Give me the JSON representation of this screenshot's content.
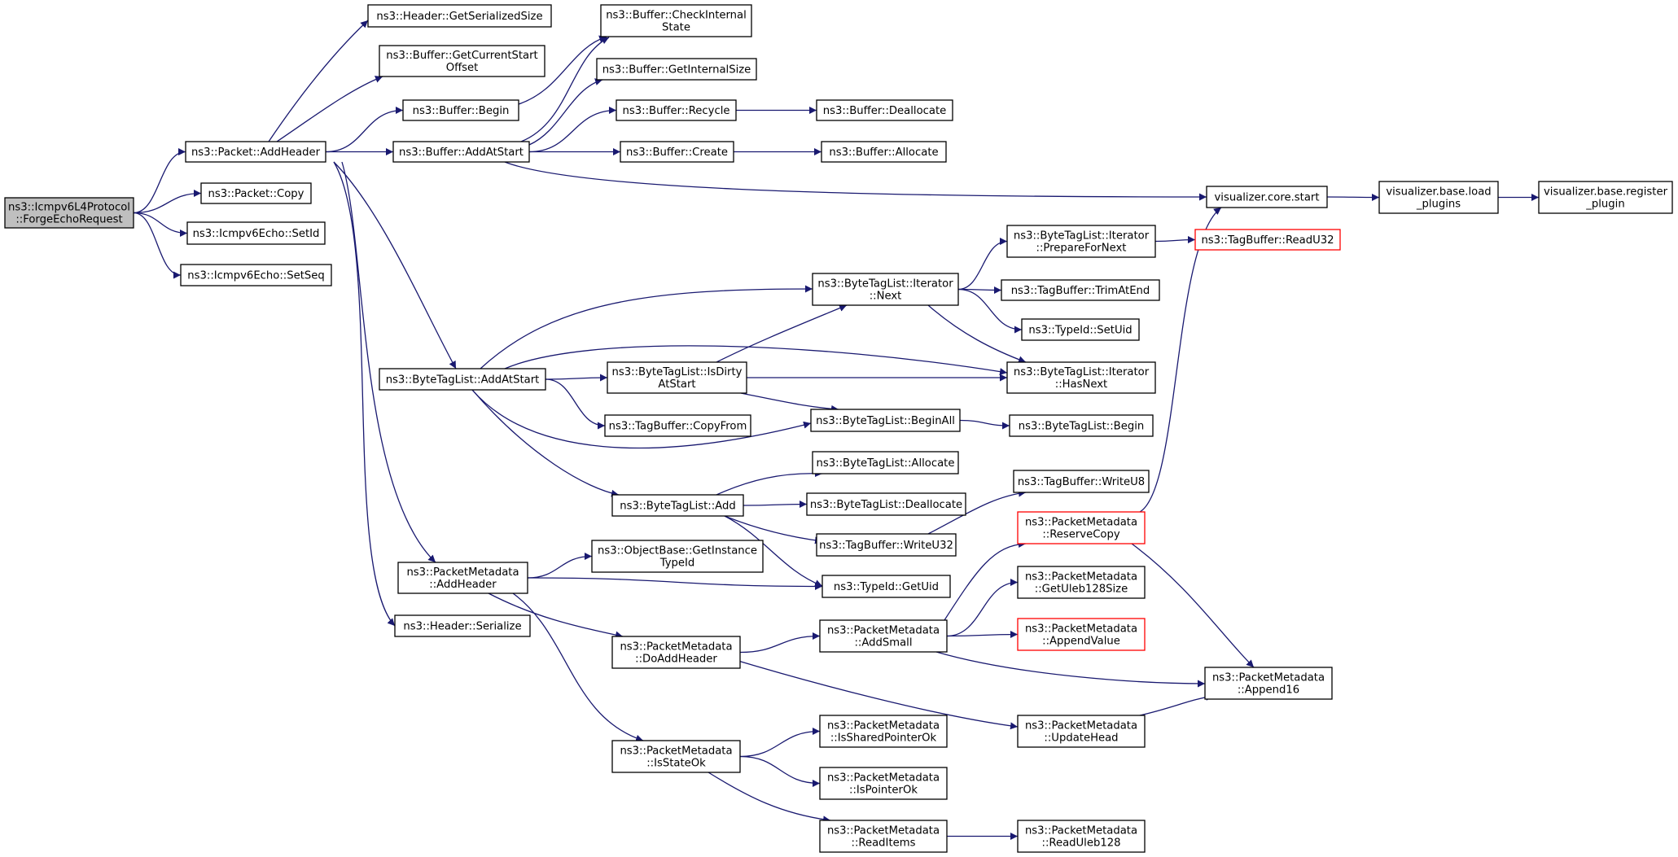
{
  "diagram": {
    "nodes": [
      {
        "id": "root",
        "lines": [
          "ns3::Icmpv6L4Protocol",
          "::ForgeEchoRequest"
        ],
        "style": "root"
      },
      {
        "id": "addheader",
        "lines": [
          "ns3::Packet::AddHeader"
        ]
      },
      {
        "id": "copy",
        "lines": [
          "ns3::Packet::Copy"
        ]
      },
      {
        "id": "setid",
        "lines": [
          "ns3::Icmpv6Echo::SetId"
        ]
      },
      {
        "id": "setseq",
        "lines": [
          "ns3::Icmpv6Echo::SetSeq"
        ]
      },
      {
        "id": "getsersize",
        "lines": [
          "ns3::Header::GetSerializedSize"
        ]
      },
      {
        "id": "getcurstart",
        "lines": [
          "ns3::Buffer::GetCurrentStart",
          "Offset"
        ]
      },
      {
        "id": "bufbegin",
        "lines": [
          "ns3::Buffer::Begin"
        ]
      },
      {
        "id": "bufaddatstart",
        "lines": [
          "ns3::Buffer::AddAtStart"
        ]
      },
      {
        "id": "checkinternal",
        "lines": [
          "ns3::Buffer::CheckInternal",
          "State"
        ]
      },
      {
        "id": "getinternalsize",
        "lines": [
          "ns3::Buffer::GetInternalSize"
        ]
      },
      {
        "id": "recycle",
        "lines": [
          "ns3::Buffer::Recycle"
        ]
      },
      {
        "id": "create",
        "lines": [
          "ns3::Buffer::Create"
        ]
      },
      {
        "id": "deallocate",
        "lines": [
          "ns3::Buffer::Deallocate"
        ]
      },
      {
        "id": "allocate",
        "lines": [
          "ns3::Buffer::Allocate"
        ]
      },
      {
        "id": "vizstart",
        "lines": [
          "visualizer.core.start"
        ]
      },
      {
        "id": "vizload",
        "lines": [
          "visualizer.base.load",
          "_plugins"
        ]
      },
      {
        "id": "vizregister",
        "lines": [
          "visualizer.base.register",
          "_plugin"
        ]
      },
      {
        "id": "btladdatstart",
        "lines": [
          "ns3::ByteTagList::AddAtStart"
        ]
      },
      {
        "id": "itnext",
        "lines": [
          "ns3::ByteTagList::Iterator",
          "::Next"
        ]
      },
      {
        "id": "itprepare",
        "lines": [
          "ns3::ByteTagList::Iterator",
          "::PrepareForNext"
        ]
      },
      {
        "id": "readu32",
        "lines": [
          "ns3::TagBuffer::ReadU32"
        ],
        "style": "red"
      },
      {
        "id": "trimatend",
        "lines": [
          "ns3::TagBuffer::TrimAtEnd"
        ]
      },
      {
        "id": "setuid",
        "lines": [
          "ns3::TypeId::SetUid"
        ]
      },
      {
        "id": "isdirty",
        "lines": [
          "ns3::ByteTagList::IsDirty",
          "AtStart"
        ]
      },
      {
        "id": "hasnext",
        "lines": [
          "ns3::ByteTagList::Iterator",
          "::HasNext"
        ]
      },
      {
        "id": "copyfrom",
        "lines": [
          "ns3::TagBuffer::CopyFrom"
        ]
      },
      {
        "id": "beginall",
        "lines": [
          "ns3::ByteTagList::BeginAll"
        ]
      },
      {
        "id": "btlbegin",
        "lines": [
          "ns3::ByteTagList::Begin"
        ]
      },
      {
        "id": "btlallocate",
        "lines": [
          "ns3::ByteTagList::Allocate"
        ]
      },
      {
        "id": "btladd",
        "lines": [
          "ns3::ByteTagList::Add"
        ]
      },
      {
        "id": "btldeallocate",
        "lines": [
          "ns3::ByteTagList::Deallocate"
        ]
      },
      {
        "id": "writeu8",
        "lines": [
          "ns3::TagBuffer::WriteU8"
        ]
      },
      {
        "id": "writeu32",
        "lines": [
          "ns3::TagBuffer::WriteU32"
        ]
      },
      {
        "id": "getinstancetypeid",
        "lines": [
          "ns3::ObjectBase::GetInstance",
          "TypeId"
        ]
      },
      {
        "id": "getuid",
        "lines": [
          "ns3::TypeId::GetUid"
        ]
      },
      {
        "id": "pmaddheader",
        "lines": [
          "ns3::PacketMetadata",
          "::AddHeader"
        ]
      },
      {
        "id": "hdrserialize",
        "lines": [
          "ns3::Header::Serialize"
        ]
      },
      {
        "id": "reservecopy",
        "lines": [
          "ns3::PacketMetadata",
          "::ReserveCopy"
        ],
        "style": "red"
      },
      {
        "id": "getuleb",
        "lines": [
          "ns3::PacketMetadata",
          "::GetUleb128Size"
        ]
      },
      {
        "id": "addsmall",
        "lines": [
          "ns3::PacketMetadata",
          "::AddSmall"
        ]
      },
      {
        "id": "appendvalue",
        "lines": [
          "ns3::PacketMetadata",
          "::AppendValue"
        ],
        "style": "red"
      },
      {
        "id": "doaddheader",
        "lines": [
          "ns3::PacketMetadata",
          "::DoAddHeader"
        ]
      },
      {
        "id": "append16",
        "lines": [
          "ns3::PacketMetadata",
          "::Append16"
        ]
      },
      {
        "id": "updatehead",
        "lines": [
          "ns3::PacketMetadata",
          "::UpdateHead"
        ]
      },
      {
        "id": "issharedptr",
        "lines": [
          "ns3::PacketMetadata",
          "::IsSharedPointerOk"
        ]
      },
      {
        "id": "isstateok",
        "lines": [
          "ns3::PacketMetadata",
          "::IsStateOk"
        ]
      },
      {
        "id": "ispointerok",
        "lines": [
          "ns3::PacketMetadata",
          "::IsPointerOk"
        ]
      },
      {
        "id": "readitems",
        "lines": [
          "ns3::PacketMetadata",
          "::ReadItems"
        ]
      },
      {
        "id": "readuleb",
        "lines": [
          "ns3::PacketMetadata",
          "::ReadUleb128"
        ]
      }
    ],
    "edges": [
      [
        "root",
        "addheader"
      ],
      [
        "root",
        "copy"
      ],
      [
        "root",
        "setid"
      ],
      [
        "root",
        "setseq"
      ],
      [
        "addheader",
        "getsersize"
      ],
      [
        "addheader",
        "getcurstart"
      ],
      [
        "addheader",
        "bufbegin"
      ],
      [
        "addheader",
        "bufaddatstart"
      ],
      [
        "addheader",
        "btladdatstart"
      ],
      [
        "addheader",
        "pmaddheader"
      ],
      [
        "addheader",
        "hdrserialize"
      ],
      [
        "bufbegin",
        "checkinternal"
      ],
      [
        "bufaddatstart",
        "checkinternal"
      ],
      [
        "bufaddatstart",
        "getinternalsize"
      ],
      [
        "bufaddatstart",
        "recycle"
      ],
      [
        "bufaddatstart",
        "create"
      ],
      [
        "bufaddatstart",
        "vizstart"
      ],
      [
        "recycle",
        "deallocate"
      ],
      [
        "create",
        "allocate"
      ],
      [
        "vizstart",
        "vizload"
      ],
      [
        "vizload",
        "vizregister"
      ],
      [
        "btladdatstart",
        "itnext"
      ],
      [
        "btladdatstart",
        "hasnext"
      ],
      [
        "btladdatstart",
        "isdirty"
      ],
      [
        "btladdatstart",
        "copyfrom"
      ],
      [
        "btladdatstart",
        "beginall"
      ],
      [
        "btladdatstart",
        "btladd"
      ],
      [
        "itnext",
        "itprepare"
      ],
      [
        "itnext",
        "trimatend"
      ],
      [
        "itnext",
        "setuid"
      ],
      [
        "itnext",
        "hasnext"
      ],
      [
        "itprepare",
        "readu32"
      ],
      [
        "isdirty",
        "itnext"
      ],
      [
        "isdirty",
        "hasnext"
      ],
      [
        "isdirty",
        "beginall"
      ],
      [
        "beginall",
        "btlbegin"
      ],
      [
        "btladd",
        "btlallocate"
      ],
      [
        "btladd",
        "btldeallocate"
      ],
      [
        "btladd",
        "writeu32"
      ],
      [
        "btladd",
        "getuid"
      ],
      [
        "writeu32",
        "writeu8"
      ],
      [
        "pmaddheader",
        "getinstancetypeid"
      ],
      [
        "pmaddheader",
        "getuid"
      ],
      [
        "pmaddheader",
        "doaddheader"
      ],
      [
        "pmaddheader",
        "isstateok"
      ],
      [
        "doaddheader",
        "addsmall"
      ],
      [
        "doaddheader",
        "updatehead"
      ],
      [
        "addsmall",
        "reservecopy"
      ],
      [
        "addsmall",
        "getuleb"
      ],
      [
        "addsmall",
        "appendvalue"
      ],
      [
        "addsmall",
        "append16"
      ],
      [
        "reservecopy",
        "vizstart"
      ],
      [
        "reservecopy",
        "append16"
      ],
      [
        "updatehead",
        "append16"
      ],
      [
        "isstateok",
        "issharedptr"
      ],
      [
        "isstateok",
        "ispointerok"
      ],
      [
        "isstateok",
        "readitems"
      ],
      [
        "readitems",
        "readuleb"
      ]
    ]
  }
}
